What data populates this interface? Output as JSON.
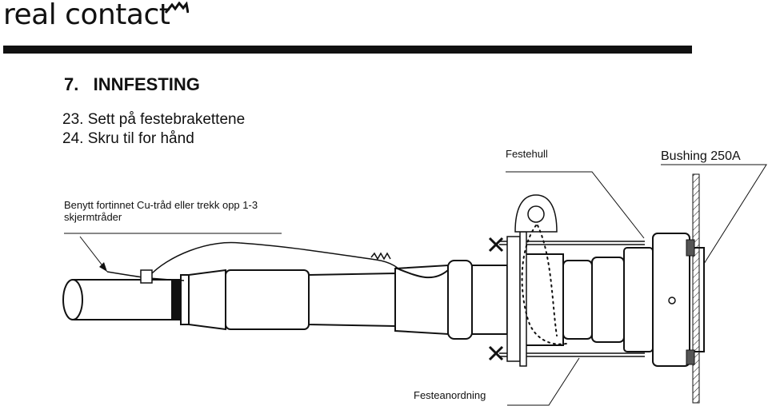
{
  "header": {
    "brand": "real contact",
    "logo_icon": "rc-mountain-logo"
  },
  "section": {
    "title": "7.   INNFESTING"
  },
  "steps": [
    {
      "text": "23. Sett på festebrakettene"
    },
    {
      "text": "24. Skru til for hånd"
    }
  ],
  "note": {
    "line1": "Benytt fortinnet Cu-tråd eller trekk opp 1-3",
    "line2": "skjermtråder"
  },
  "labels": {
    "festehull": "Festehull",
    "bushing": "Bushing 250A",
    "festeanordning": "Festeanordning"
  },
  "colors": {
    "ink": "#111111",
    "background": "#ffffff"
  }
}
